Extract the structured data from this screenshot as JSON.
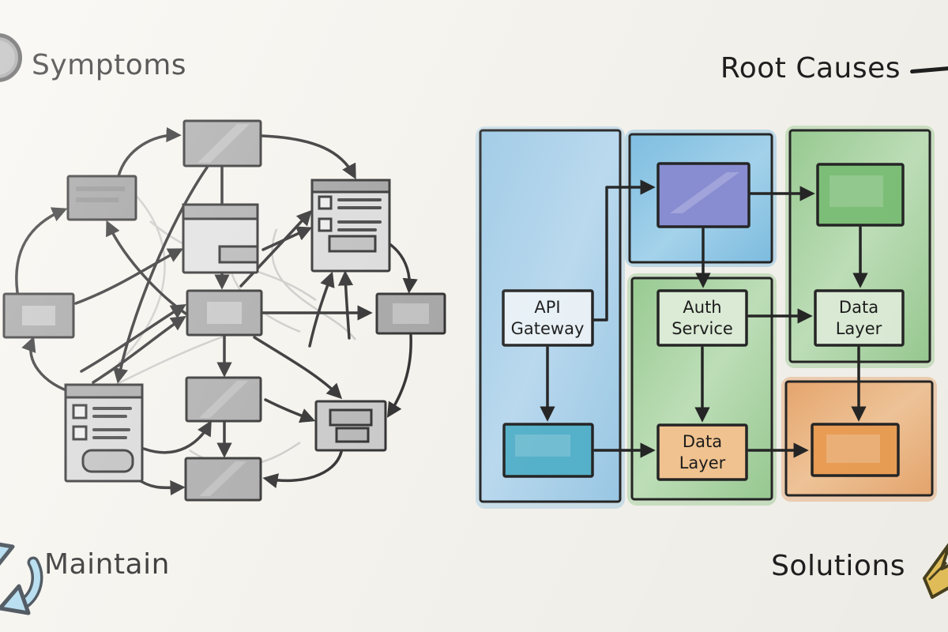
{
  "corners": {
    "top_left_label": "Symptoms",
    "top_right_label": "Root Causes",
    "bottom_left_label": "Maintain",
    "bottom_right_label": "Solutions"
  },
  "icons": {
    "top_left": "gray-circle-badge-icon",
    "top_right": "arrow-dash-to-edge",
    "bottom_left": "cycle-arrows-icon",
    "bottom_right": "gold-spark-icon"
  },
  "left_diagram": {
    "nodes": [
      "box-top-center",
      "box-upper-left",
      "window-center",
      "list-window-upper-right",
      "box-far-left",
      "box-center",
      "box-far-right",
      "list-window-lower-left",
      "box-center-lower",
      "mini-window-lower-right",
      "box-bottom-center"
    ]
  },
  "right_diagram": {
    "panels": [
      "blue-tall",
      "blue-small",
      "green-middle",
      "green-tall",
      "orange"
    ],
    "boxes": [
      {
        "id": "api-gateway",
        "label": [
          "API",
          "Gateway"
        ]
      },
      {
        "id": "auth-service",
        "label": [
          "Auth",
          "Service"
        ]
      },
      {
        "id": "data-layer-middle",
        "label": [
          "Data",
          "Layer"
        ]
      },
      {
        "id": "data-layer-right",
        "label": [
          "Data",
          "Layer"
        ]
      }
    ],
    "unlabeled_boxes": [
      "purple-box",
      "teal-box",
      "green-box",
      "orange-box"
    ]
  },
  "colors": {
    "paper": "#f7f5ef",
    "ink": "#262626",
    "gray_box": "#a9a9a9",
    "blue_panel": "#a6d0ea",
    "blue_panel_small": "#7fc0e4",
    "purple_box": "#8b90d6",
    "teal_box": "#57b4cd",
    "green_panel": "#a3d39c",
    "green_box": "#7fc37a",
    "light_green_box": "#e0f0da",
    "orange_panel": "#eeac74",
    "orange_box": "#efa157",
    "light_orange_box": "#f6c793",
    "api_box": "#ecf5fb",
    "maintain_icon_blue": "#a9d9f0",
    "solutions_icon_gold": "#e9c35c"
  }
}
